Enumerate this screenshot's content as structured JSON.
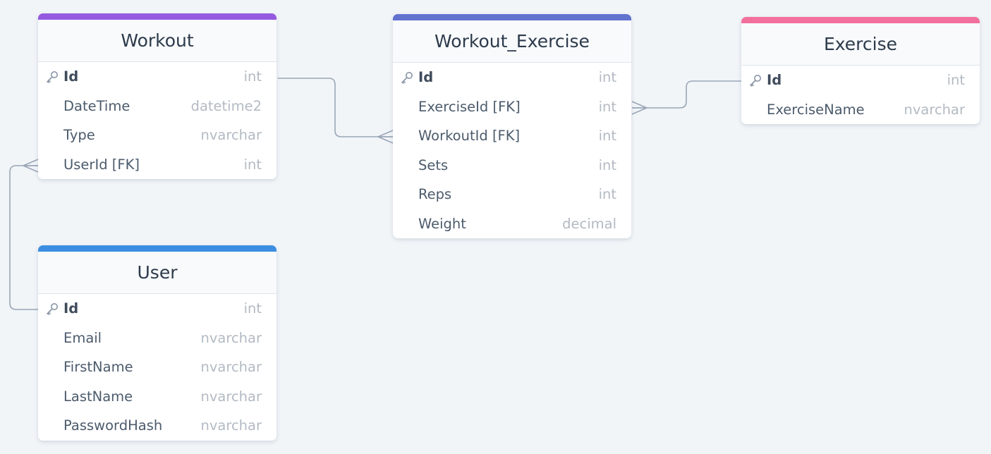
{
  "tables": {
    "workout": {
      "name": "Workout",
      "color": "#9559e0",
      "fields": [
        {
          "name": "Id",
          "type": "int",
          "pk": true
        },
        {
          "name": "DateTime",
          "type": "datetime2"
        },
        {
          "name": "Type",
          "type": "nvarchar"
        },
        {
          "name": "UserId [FK]",
          "type": "int"
        }
      ]
    },
    "workout_exercise": {
      "name": "Workout_Exercise",
      "color": "#6272cf",
      "fields": [
        {
          "name": "Id",
          "type": "int",
          "pk": true
        },
        {
          "name": "ExerciseId [FK]",
          "type": "int"
        },
        {
          "name": "WorkoutId [FK]",
          "type": "int"
        },
        {
          "name": "Sets",
          "type": "int"
        },
        {
          "name": "Reps",
          "type": "int"
        },
        {
          "name": "Weight",
          "type": "decimal"
        }
      ]
    },
    "exercise": {
      "name": "Exercise",
      "color": "#f2709c",
      "fields": [
        {
          "name": "Id",
          "type": "int",
          "pk": true
        },
        {
          "name": "ExerciseName",
          "type": "nvarchar"
        }
      ]
    },
    "user": {
      "name": "User",
      "color": "#3b8ee0",
      "fields": [
        {
          "name": "Id",
          "type": "int",
          "pk": true
        },
        {
          "name": "Email",
          "type": "nvarchar"
        },
        {
          "name": "FirstName",
          "type": "nvarchar"
        },
        {
          "name": "LastName",
          "type": "nvarchar"
        },
        {
          "name": "PasswordHash",
          "type": "nvarchar"
        }
      ]
    }
  },
  "relationships": [
    {
      "from": "workout.Id",
      "to": "workout_exercise.WorkoutId [FK]",
      "cardinality": "one-to-many"
    },
    {
      "from": "exercise.Id",
      "to": "workout_exercise.ExerciseId [FK]",
      "cardinality": "one-to-many"
    },
    {
      "from": "user.Id",
      "to": "workout.UserId [FK]",
      "cardinality": "one-to-many"
    }
  ],
  "colors": {
    "connector": "#9aa6b6",
    "background": "#f1f5f8"
  }
}
